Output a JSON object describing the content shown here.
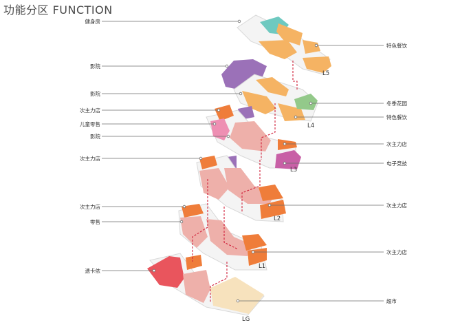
{
  "title": "功能分区 FUNCTION",
  "colors": {
    "leader": "#6b6b6b",
    "circulation": "#d0203a",
    "gym": "#6ec9c0",
    "restaurant": "#f5b363",
    "cinema": "#9b71b8",
    "garden": "#93c98a",
    "sub_anchor": "#ef7d3a",
    "kids": "#ee8fb3",
    "retail": "#eeb0aa",
    "esports": "#c860a6",
    "anchor": "#e9555d",
    "supermarket": "#f7e2bd"
  },
  "labels": {
    "left": [
      "健身房",
      "影院",
      "影院",
      "次主力店",
      "儿童零售",
      "影院",
      "次主力店",
      "次主力店",
      "零售",
      "遗卡侬"
    ],
    "right": [
      "特色餐饮",
      "冬季花园",
      "特色餐饮",
      "次主力店",
      "电子竞技",
      "次主力店",
      "次主力店",
      "超市"
    ]
  },
  "floors": [
    "L5",
    "L4",
    "L3",
    "L2",
    "L1",
    "LG"
  ]
}
